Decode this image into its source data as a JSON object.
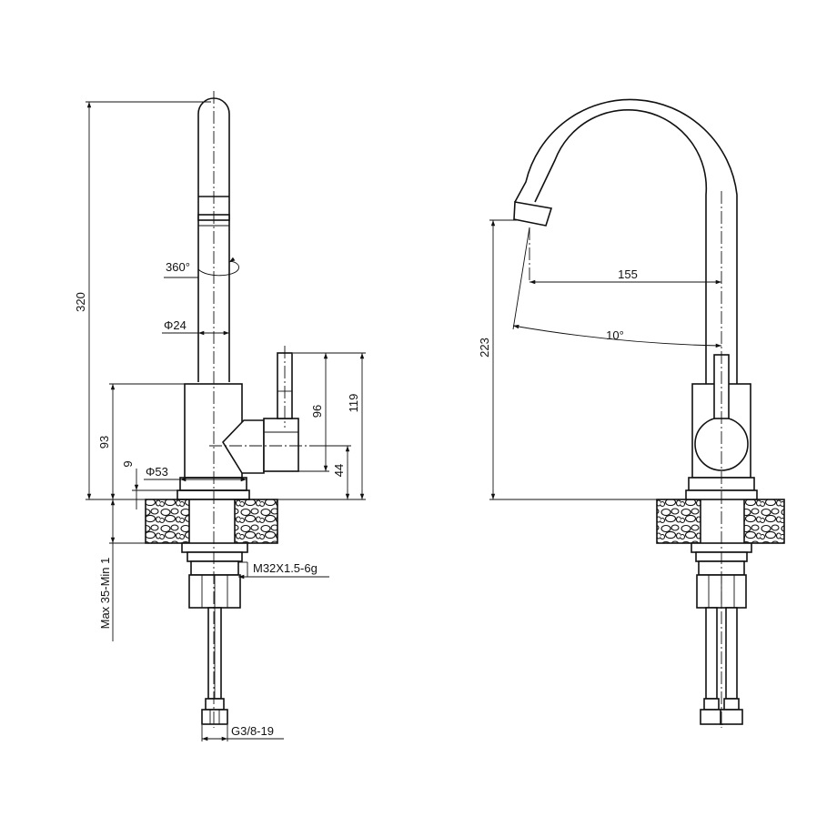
{
  "dimensions": {
    "height_total": "320",
    "rotation": "360°",
    "spout_diameter": "Φ24",
    "base_height": "93",
    "base_offset": "9",
    "base_diameter": "Φ53",
    "lever_height": "96",
    "lever_total": "119",
    "lever_offset": "44",
    "mount_thickness": "Max 35-Min 1",
    "mount_thread": "M32X1.5-6g",
    "hose_thread": "G3/8-19",
    "reach": "155",
    "spout_angle": "10°",
    "outlet_height": "223"
  }
}
